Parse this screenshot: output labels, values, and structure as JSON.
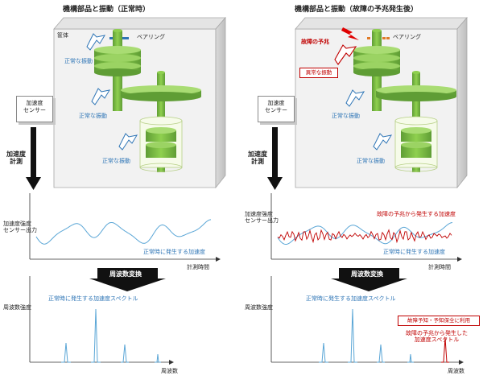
{
  "left": {
    "title": "機構部品と振動（正常時）",
    "housing_label": "筐体",
    "bearing_label": "ベアリング",
    "vib_labels": [
      "正常な振動",
      "正常な振動",
      "正常な振動"
    ],
    "sensor_label_line1": "加速度",
    "sensor_label_line2": "センサー",
    "measure_line1": "加速度",
    "measure_line2": "計測",
    "signal_ylabel_line1": "加速度強度",
    "signal_ylabel_line2": "センサー出力",
    "normal_signal_label": "正常時に発生する加速度",
    "time_axis_label": "計測時間",
    "fft_button": "周波数変換",
    "spectrum_ylabel": "周波数強度",
    "spectrum_label": "正常時に発生する加速度スペクトル",
    "freq_axis_label": "周波数"
  },
  "right": {
    "title": "機構部品と振動（故障の予兆発生後）",
    "bearing_label": "ベアリング",
    "failure_sign_label": "故障の予兆",
    "abnormal_vib_label": "異常な振動",
    "vib_labels": [
      "正常な振動",
      "正常な振動"
    ],
    "sensor_label_line1": "加速度",
    "sensor_label_line2": "センサー",
    "measure_line1": "加速度",
    "measure_line2": "計測",
    "signal_ylabel_line1": "加速度強度",
    "signal_ylabel_line2": "センサー出力",
    "failure_signal_label": "故障の予兆から発生する加速度",
    "normal_signal_label": "正常時に発生する加速度",
    "time_axis_label": "計測時間",
    "fft_button": "周波数変換",
    "spectrum_ylabel": "周波数強度",
    "spectrum_label": "正常時に発生する加速度スペクトル",
    "usage_box": "故障予知・予知保全に利用",
    "failure_spectrum_line1": "故障の予兆から発生した",
    "failure_spectrum_line2": "加速度スペクトル",
    "freq_axis_label": "周波数"
  },
  "colors": {
    "green": "#70ad47",
    "green_dark": "#4e8a2c",
    "blue": "#2e75b6",
    "signal_blue": "#5aa6d6",
    "red": "#c00000",
    "arrow_black": "#111111"
  }
}
